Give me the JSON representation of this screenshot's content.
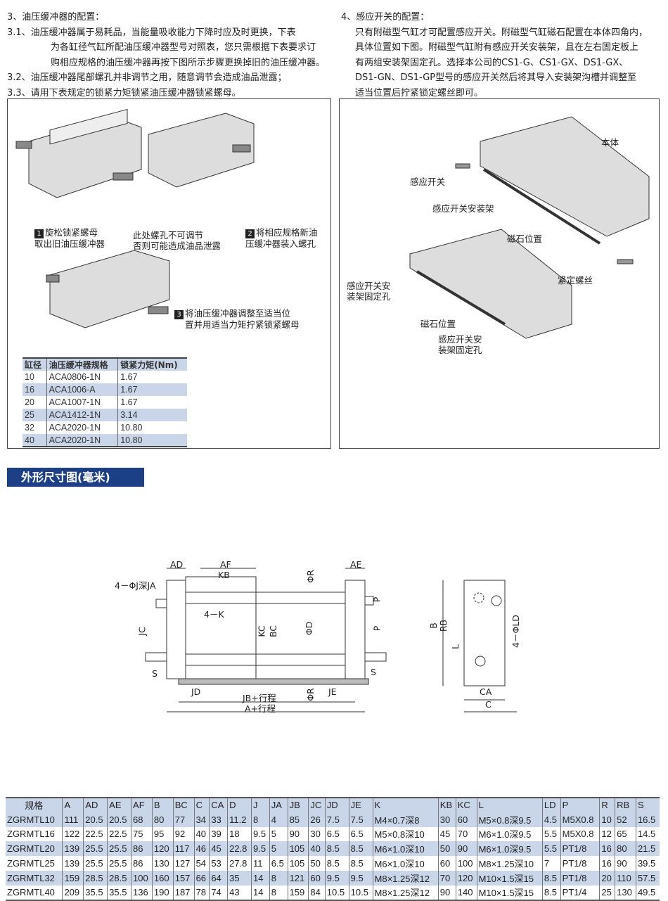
{
  "left_text": [
    "3、油压缓冲器的配置：",
    "3.1、油压缓冲器属于易耗品，当能量吸收能力下降时应及时更换，下表",
    "为各缸径气缸所配油压缓冲器型号对照表，您只需根据下表要求订",
    "购相应规格的油压缓冲器再按下图所示步骤更换掉旧的油压缓冲器。",
    "3.2、油压缓冲器尾部螺孔并非调节之用，随意调节会造成油品泄露；",
    "3.3、请用下表规定的锁紧力矩锁紧油压缓冲器锁紧螺母。"
  ],
  "right_text": [
    "4、感应开关的配置：",
    "只有附磁型气缸才可配置感应开关。附磁型气缸磁石配置在本体四角内，",
    "具体位置如下图。附磁型气缸附有感应开关安装架，且在左右固定板上",
    "有两组安装架固定孔。选择本公司的CS1-G、CS1-GX、DS1-GX、",
    "DS1-GN、DS1-GP型号的感应开关然后将其导入安装架沟槽并调整至",
    "适当位置后拧紧锁定螺丝即可。"
  ],
  "left_panel": {
    "step1": [
      "旋松锁紧螺母",
      "取出旧油压缓冲器"
    ],
    "step1_num": "1",
    "note": [
      "此处螺孔不可调节",
      "否则可能造成油品泄露"
    ],
    "step2": [
      "将相应规格新油",
      "压缓冲器装入螺孔"
    ],
    "step2_num": "2",
    "step3": [
      "将油压缓冲器调整至适当位",
      "置并用适当力矩拧紧锁紧螺母"
    ],
    "step3_num": "3"
  },
  "buffer_table": {
    "headers": [
      "缸径",
      "油压缓冲器规格",
      "锁紧力矩(Nm)"
    ],
    "rows": [
      [
        "10",
        "ACA0806-1N",
        "1.67"
      ],
      [
        "16",
        "ACA1006-A",
        "1.67"
      ],
      [
        "20",
        "ACA1007-1N",
        "1.67"
      ],
      [
        "25",
        "ACA1412-1N",
        "3.14"
      ],
      [
        "32",
        "ACA2020-1N",
        "10.80"
      ],
      [
        "40",
        "ACA2020-1N",
        "10.80"
      ]
    ]
  },
  "right_panel": {
    "body": "本体",
    "switch": "感应开关",
    "bracket": "感应开关安装架",
    "magnet1": "磁石位置",
    "screw": "紧定螺丝",
    "hole1": [
      "感应开关安",
      "装架固定孔"
    ],
    "magnet2": "磁石位置",
    "hole2": [
      "感应开关安",
      "装架固定孔"
    ]
  },
  "section_title": "外形尺寸图(毫米)",
  "drawing": {
    "AD": "AD",
    "AF": "AF",
    "AE": "AE",
    "KB": "KB",
    "R1": "ΦR",
    "R2": "ΦR",
    "P1": "P",
    "P2": "P",
    "D": "ΦD",
    "JA": "4－ΦJ深JA",
    "K": "4－K",
    "JC": "JC",
    "KC": "KC",
    "BC": "BC",
    "S1": "S",
    "S2": "S",
    "JD": "JD",
    "JE": "JE",
    "JB": "JB+行程",
    "A": "A+行程",
    "B": "B",
    "RB": "RB",
    "L": "L",
    "LD": "4－ΦLD",
    "CA": "CA",
    "C": "C"
  },
  "spec_table": {
    "headers": [
      "规格",
      "A",
      "AD",
      "AE",
      "AF",
      "B",
      "BC",
      "C",
      "CA",
      "D",
      "J",
      "JA",
      "JB",
      "JC",
      "JD",
      "JE",
      "K",
      "KB",
      "KC",
      "L",
      "LD",
      "P",
      "R",
      "RB",
      "S"
    ],
    "rows": [
      [
        "ZGRMTL10",
        "111",
        "20.5",
        "20.5",
        "68",
        "80",
        "77",
        "34",
        "33",
        "11.2",
        "8",
        "4",
        "85",
        "26",
        "7.5",
        "7.5",
        "M4×0.7深8",
        "30",
        "60",
        "M5×0.8深9.5",
        "4.5",
        "M5X0.8",
        "10",
        "52",
        "16.5"
      ],
      [
        "ZGRMTL16",
        "122",
        "22.5",
        "22.5",
        "75",
        "95",
        "92",
        "40",
        "39",
        "18",
        "9.5",
        "5",
        "90",
        "30",
        "6.5",
        "6.5",
        "M5×0.8深10",
        "45",
        "70",
        "M6×1.0深9.5",
        "5.5",
        "M5X0.8",
        "12",
        "65",
        "14.5"
      ],
      [
        "ZGRMTL20",
        "139",
        "25.5",
        "25.5",
        "86",
        "120",
        "117",
        "46",
        "45",
        "22.8",
        "9.5",
        "5",
        "105",
        "40",
        "8.5",
        "8.5",
        "M6×1.0深10",
        "50",
        "90",
        "M6×1.0深9.5",
        "5.5",
        "PT1/8",
        "16",
        "80",
        "21.5"
      ],
      [
        "ZGRMTL25",
        "139",
        "25.5",
        "25.5",
        "86",
        "130",
        "127",
        "54",
        "53",
        "27.8",
        "11",
        "6.5",
        "105",
        "50",
        "8.5",
        "8.5",
        "M6×1.0深10",
        "60",
        "100",
        "M8×1.25深10",
        "7",
        "PT1/8",
        "16",
        "90",
        "39.5"
      ],
      [
        "ZGRMTL32",
        "159",
        "28.5",
        "28.5",
        "100",
        "160",
        "157",
        "66",
        "64",
        "35",
        "14",
        "8",
        "121",
        "60",
        "9.5",
        "9.5",
        "M8×1.25深12",
        "70",
        "120",
        "M10×1.5深15",
        "8.5",
        "PT1/8",
        "20",
        "110",
        "57.5"
      ],
      [
        "ZGRMTL40",
        "209",
        "35.5",
        "35.5",
        "136",
        "190",
        "187",
        "78",
        "74",
        "43",
        "14",
        "8",
        "159",
        "84",
        "10.5",
        "10.5",
        "M8×1.25深12",
        "90",
        "140",
        "M10×1.5深15",
        "8.5",
        "PT1/4",
        "25",
        "130",
        "49.5"
      ]
    ]
  }
}
